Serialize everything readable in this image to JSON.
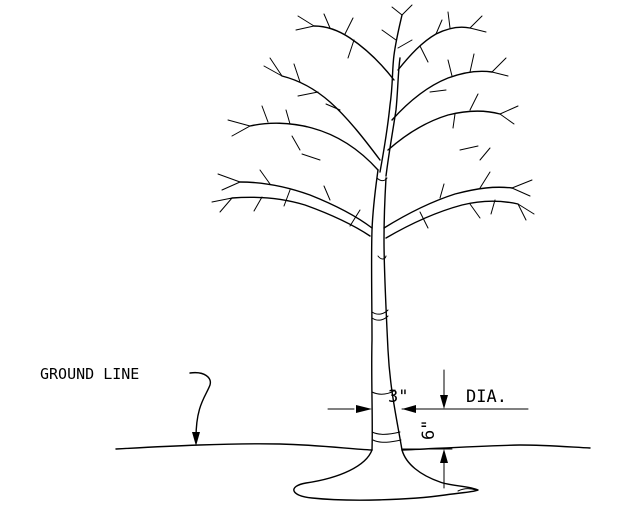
{
  "labels": {
    "ground_line": "GROUND LINE",
    "trunk_size": "3\"",
    "diameter": "DIA.",
    "height_above_grade": "6\""
  },
  "icons": {
    "tree": "deciduous-tree-icon",
    "leader_arrow": "leader-arrow-icon",
    "dimension_arrow": "dimension-arrow-icon"
  },
  "colors": {
    "ink": "#000000",
    "paper": "#ffffff"
  }
}
